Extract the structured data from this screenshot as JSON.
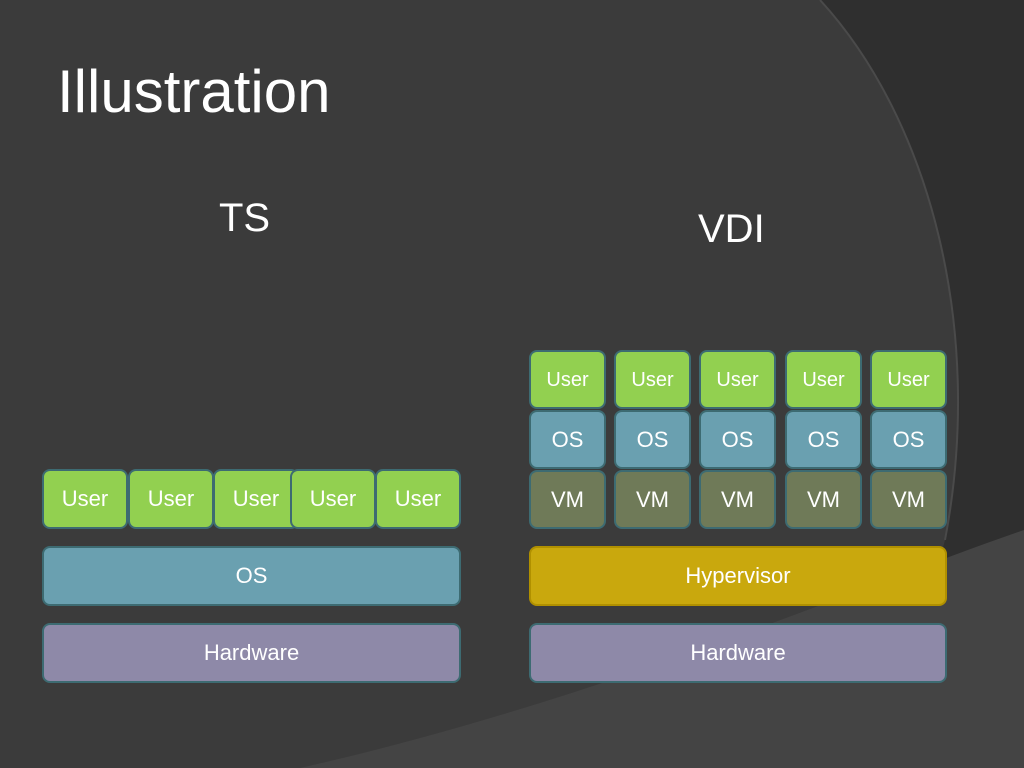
{
  "slide": {
    "title": "Illustration",
    "colors": {
      "background": "#3b3b3b",
      "user": "#92d050",
      "os": "#6aa0b0",
      "vm": "#6f7a58",
      "hypervisor": "#c9a80d",
      "hardware": "#8e89a8"
    }
  },
  "ts": {
    "heading": "TS",
    "users": [
      "User",
      "User",
      "User",
      "User",
      "User"
    ],
    "os": "OS",
    "hardware": "Hardware"
  },
  "vdi": {
    "heading": "VDI",
    "users": [
      "User",
      "User",
      "User",
      "User",
      "User"
    ],
    "os": [
      "OS",
      "OS",
      "OS",
      "OS",
      "OS"
    ],
    "vms": [
      "VM",
      "VM",
      "VM",
      "VM",
      "VM"
    ],
    "hypervisor": "Hypervisor",
    "hardware": "Hardware"
  }
}
